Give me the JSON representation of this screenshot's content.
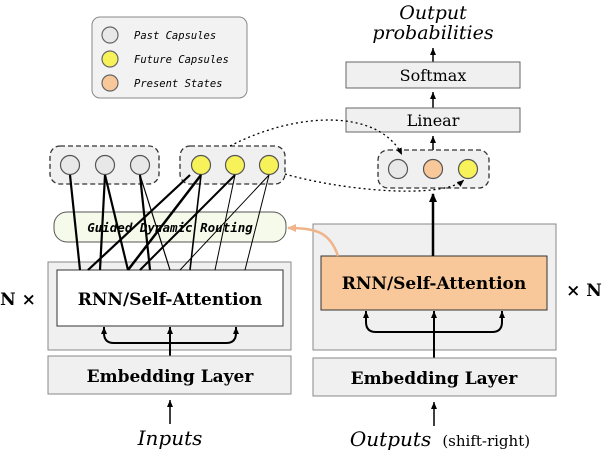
{
  "legend": {
    "past": "Past Capsules",
    "future": "Future Capsules",
    "present": "Present States"
  },
  "labels": {
    "output_line1": "Output",
    "output_line2": "probabilities",
    "softmax": "Softmax",
    "linear": "Linear",
    "routing": "Guided Dynamic Routing",
    "encoder_block": "RNN/Self-Attention",
    "decoder_block": "RNN/Self-Attention",
    "encoder_embedding": "Embedding Layer",
    "decoder_embedding": "Embedding Layer",
    "repeat_left": "N ×",
    "repeat_right": "× N",
    "inputs": "Inputs",
    "outputs": "Outputs",
    "shift": "(shift-right)"
  },
  "colors": {
    "past": "#e8e8e8",
    "future": "#f7f25a",
    "present": "#f8c79a",
    "routing_fill": "#f5faea",
    "panel_fill": "#f0f0f0",
    "routing_arrow": "#f0b48a"
  }
}
